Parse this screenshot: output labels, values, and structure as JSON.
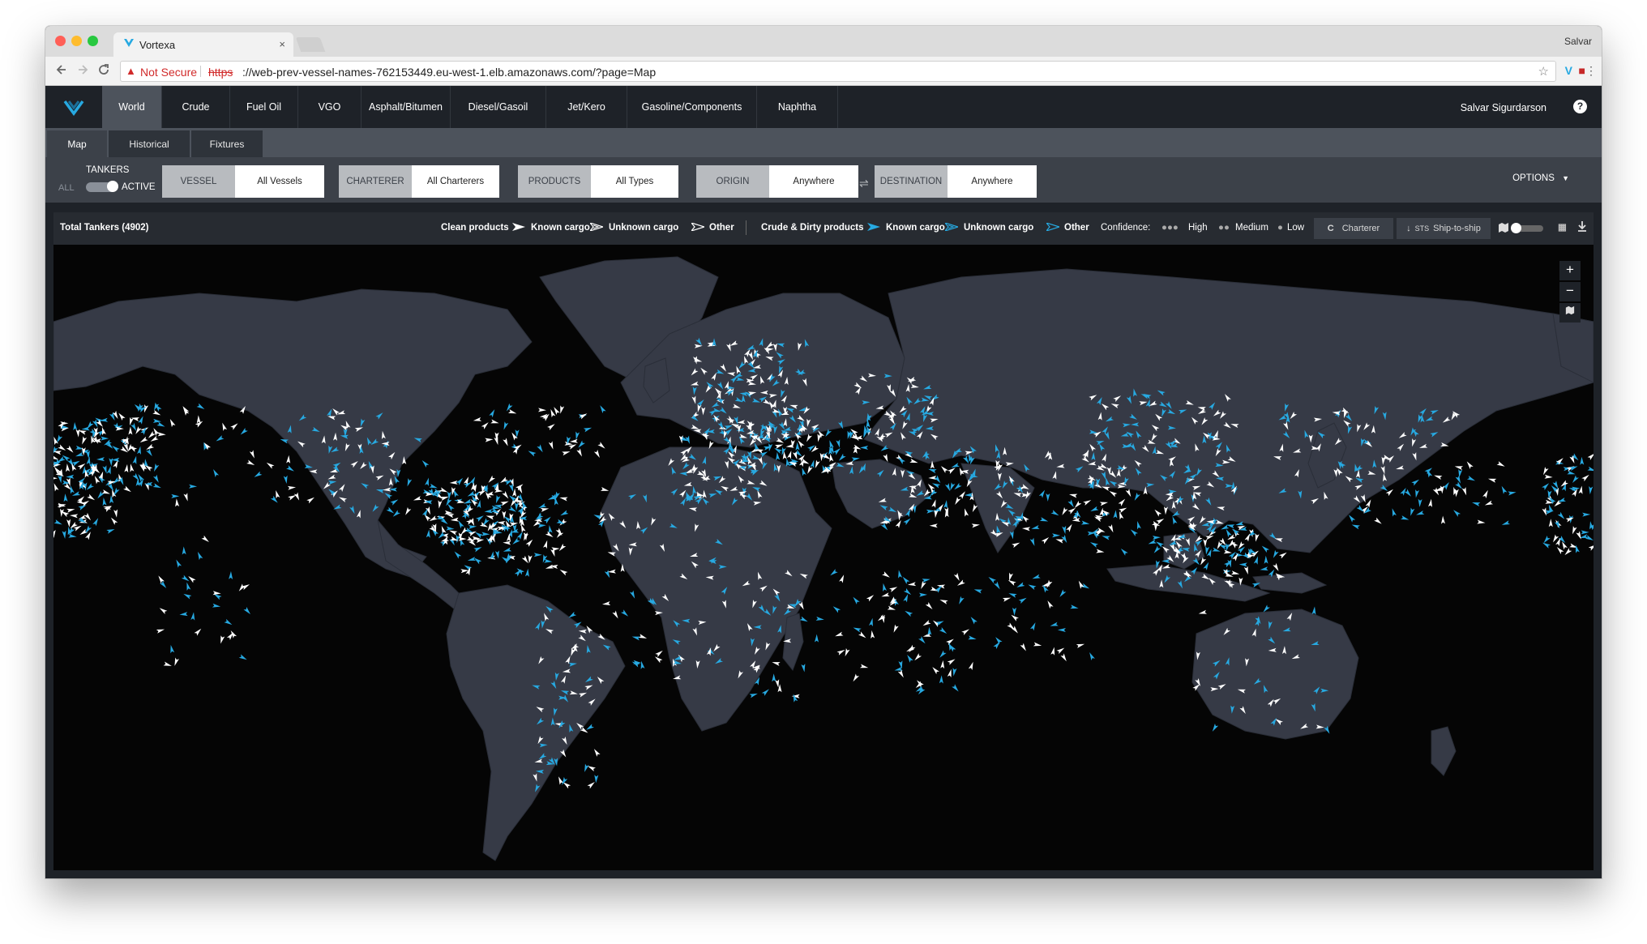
{
  "browser": {
    "tab_title": "Vortexa",
    "tab_close": "×",
    "profile_name": "Salvar",
    "security_label": "Not Secure",
    "url_scheme": "https",
    "url_rest": "://web-prev-vessel-names-762153449.eu-west-1.elb.amazonaws.com/?page=Map",
    "back_icon": "arrow-left-icon",
    "forward_icon": "arrow-right-icon",
    "reload_icon": "reload-icon"
  },
  "app": {
    "brand_color": "#27a9e1",
    "nav_tabs": [
      "World",
      "Crude",
      "Fuel Oil",
      "VGO",
      "Asphalt/Bitumen",
      "Diesel/Gasoil",
      "Jet/Kero",
      "Gasoline/Components",
      "Naphtha"
    ],
    "active_nav": "World",
    "user_name": "Salvar Sigurdarson",
    "help_symbol": "?",
    "sub_tabs": [
      "Map",
      "Historical",
      "Fixtures"
    ],
    "active_sub_tab": "Map"
  },
  "filters": {
    "tankers_label": "TANKERS",
    "all_label": "ALL",
    "active_label": "ACTIVE",
    "vessel": {
      "label": "VESSEL",
      "value": "All Vessels"
    },
    "charterer": {
      "label": "CHARTERER",
      "value": "All Charterers"
    },
    "products": {
      "label": "PRODUCTS",
      "value": "All Types"
    },
    "origin": {
      "label": "ORIGIN",
      "value": "Anywhere"
    },
    "swap_symbol": "⇌",
    "destination": {
      "label": "DESTINATION",
      "value": "Anywhere"
    },
    "options_label": "OPTIONS"
  },
  "map_panel": {
    "total": "Total Tankers (4902)",
    "clean_products": "Clean products",
    "known_cargo": "Known cargo",
    "unknown_cargo": "Unknown cargo",
    "other": "Other",
    "crude_dirty": "Crude & Dirty products",
    "confidence_label": "Confidence:",
    "conf_high": "High",
    "conf_medium": "Medium",
    "conf_low": "Low",
    "charterer_btn_key": "C",
    "charterer_btn": "Charterer",
    "sts_btn_key": "STS",
    "sts_btn": "Ship-to-ship",
    "zoom_in": "+",
    "zoom_out": "−",
    "colors": {
      "ocean": "#050505",
      "land": "#363a46",
      "clean": "#ffffff",
      "crude": "#27a9e1"
    }
  }
}
